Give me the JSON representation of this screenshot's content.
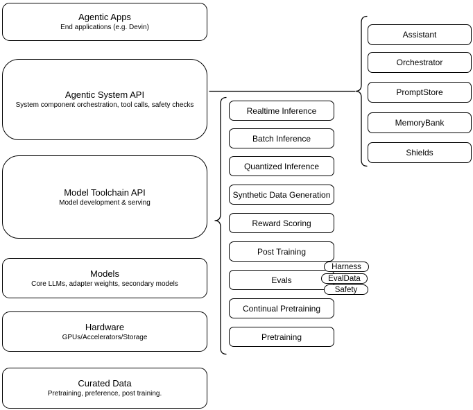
{
  "diagram": {
    "left_column": {
      "boxes": [
        {
          "title": "Agentic Apps",
          "subtitle": "End applications (e.g. Devin)"
        },
        {
          "title": "Agentic System API",
          "subtitle": "System component orchestration, tool calls, safety checks"
        },
        {
          "title": "Model Toolchain API",
          "subtitle": "Model development & serving"
        },
        {
          "title": "Models",
          "subtitle": "Core LLMs, adapter weights, secondary models"
        },
        {
          "title": "Hardware",
          "subtitle": "GPUs/Accelerators/Storage"
        },
        {
          "title": "Curated Data",
          "subtitle": "Pretraining, preference, post training."
        }
      ]
    },
    "toolchain_components": [
      "Realtime Inference",
      "Batch Inference",
      "Quantized Inference",
      "Synthetic Data Generation",
      "Reward Scoring",
      "Post Training",
      "Evals",
      "Continual Pretraining",
      "Pretraining"
    ],
    "eval_tags": [
      "Harness",
      "EvalData",
      "Safety"
    ],
    "system_components": [
      "Assistant",
      "Orchestrator",
      "PromptStore",
      "MemoryBank",
      "Shields"
    ],
    "colors": {
      "stroke": "#000000",
      "fill": "#ffffff",
      "background": "#ffffff"
    }
  }
}
